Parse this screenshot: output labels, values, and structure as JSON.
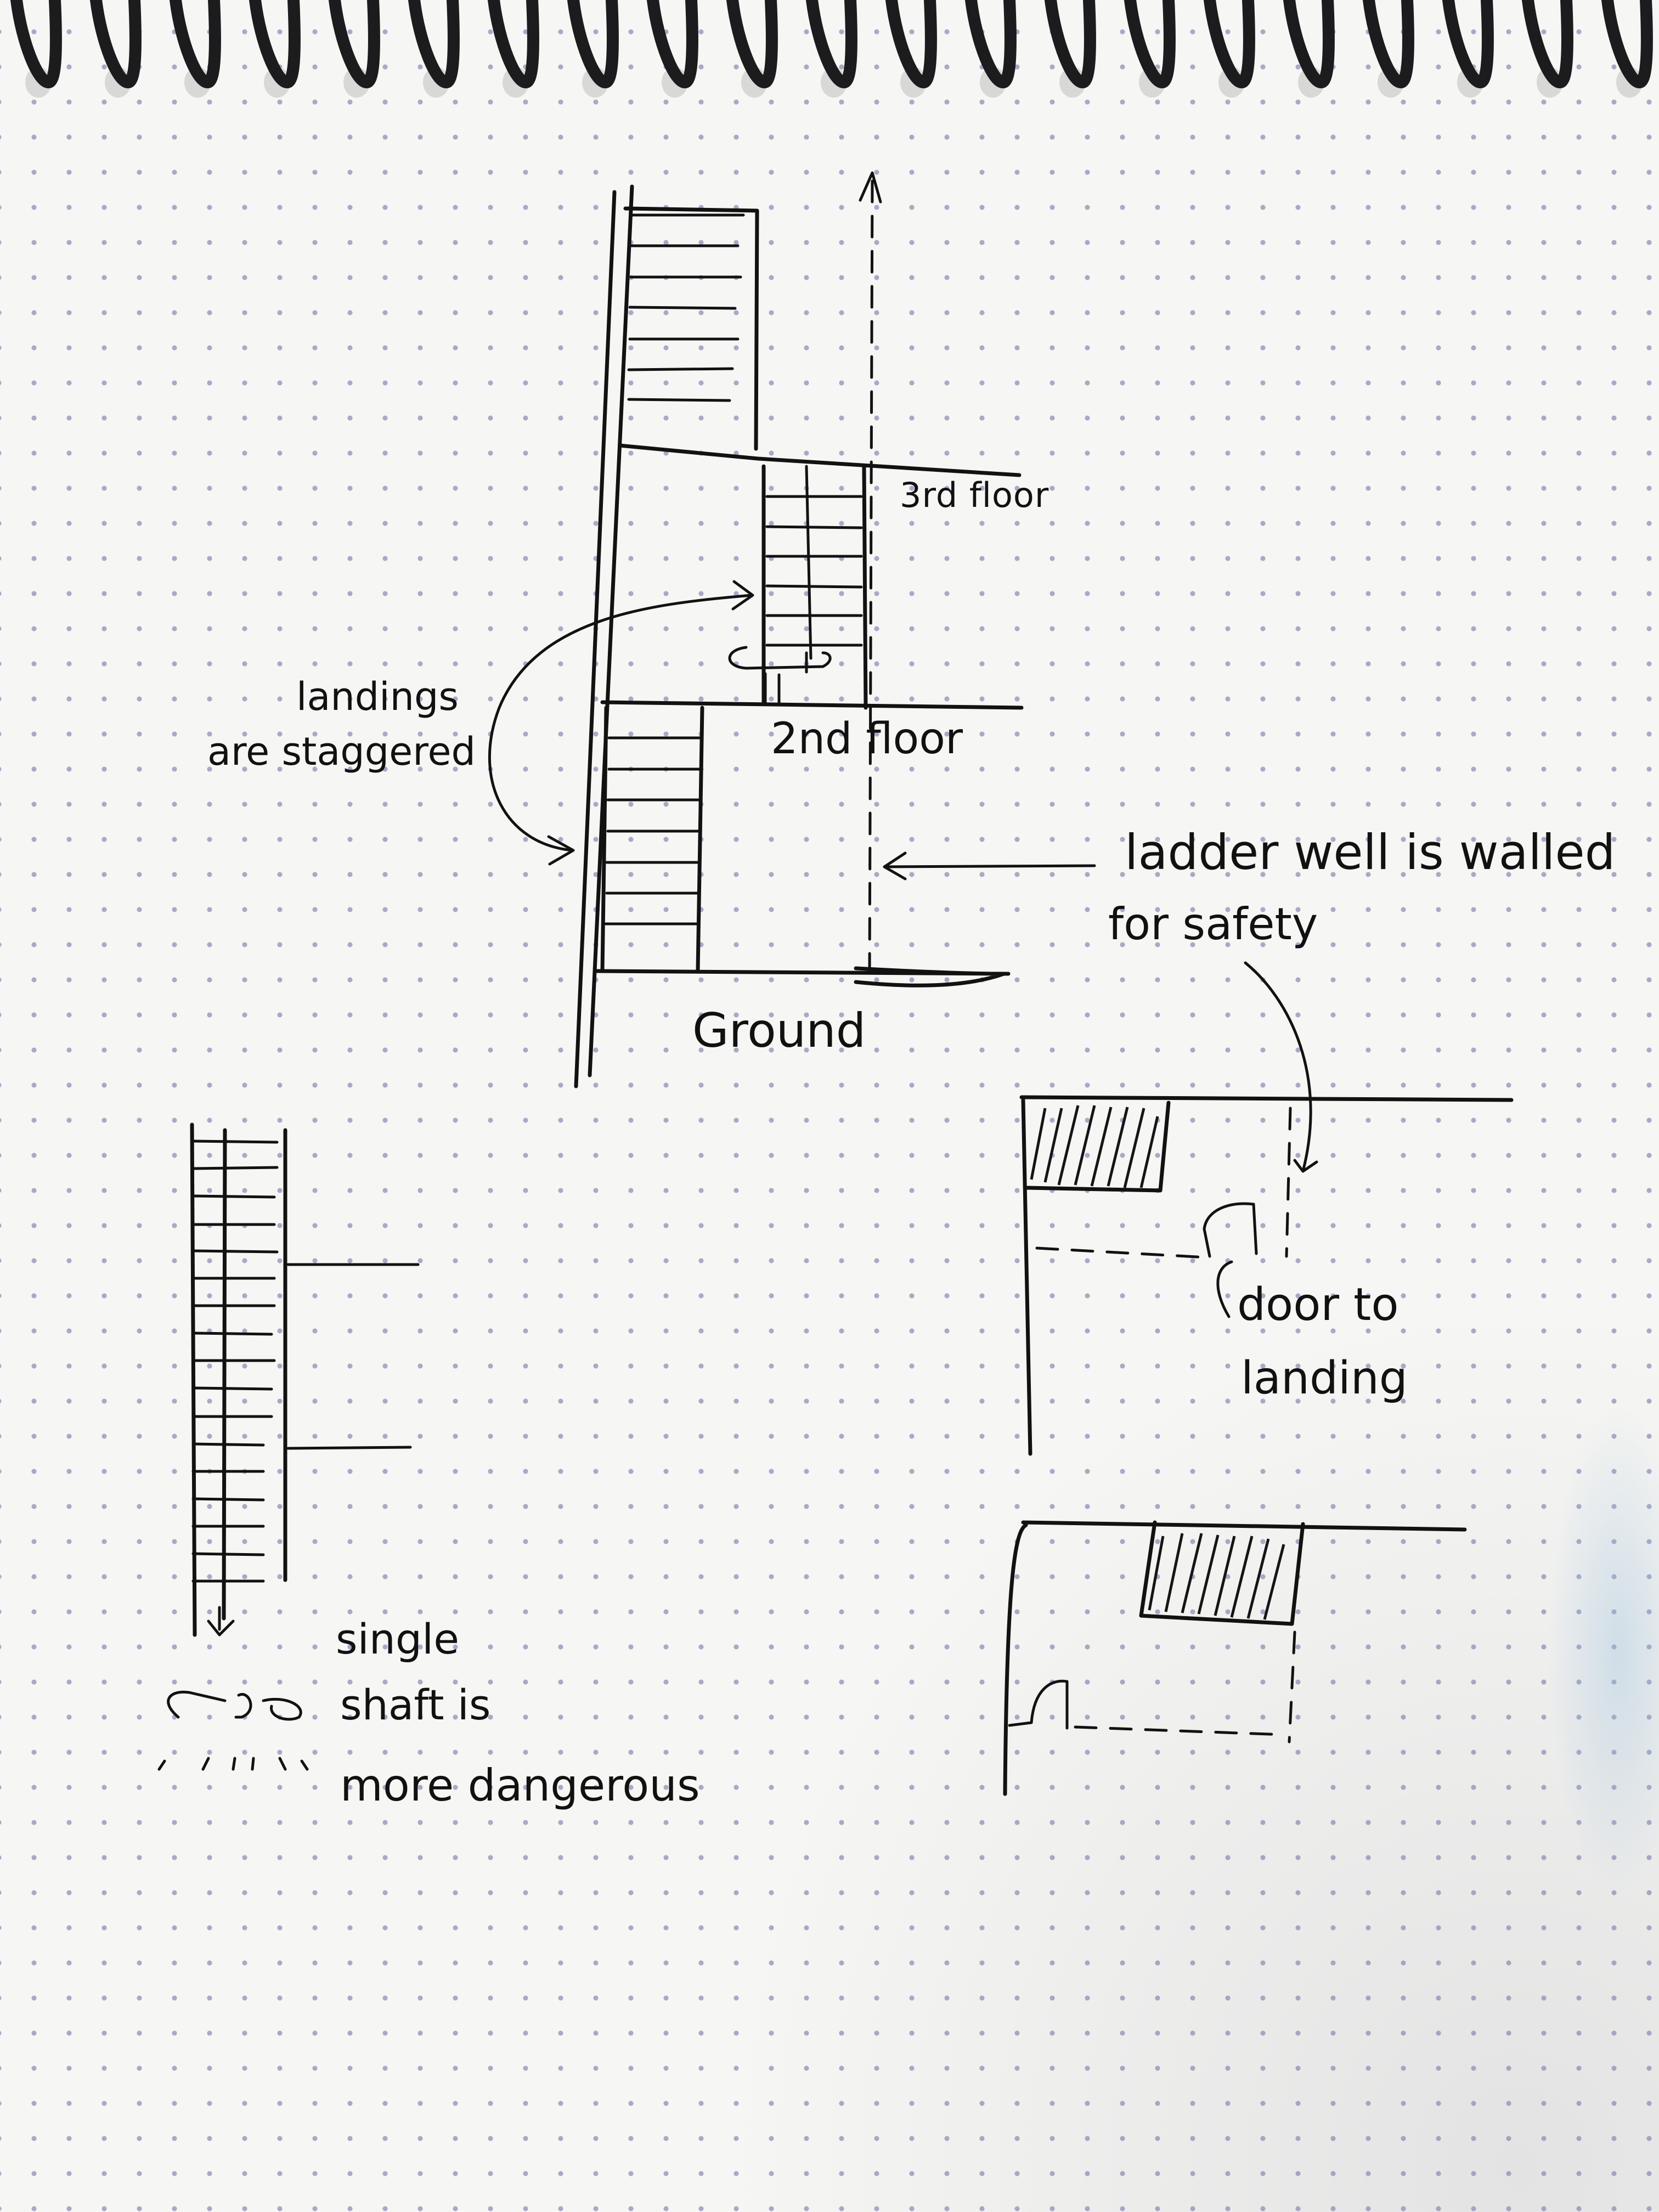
{
  "labels": {
    "third_floor": "3rd floor",
    "second_floor": "2nd floor",
    "ground": "Ground",
    "landings_staggered_l1": "landings",
    "landings_staggered_l2": "are staggered",
    "ladder_well_l1": "ladder well is walled",
    "ladder_well_l2": "for safety",
    "door_to_landing_l1": "door to",
    "door_to_landing_l2": "landing",
    "single_shaft_l1": "single",
    "single_shaft_l2": "shaft is",
    "single_shaft_l3": "more dangerous"
  },
  "colors": {
    "ink": "#121212",
    "paper": "#f6f6f4",
    "dot_grid": "#a7a9c8"
  }
}
